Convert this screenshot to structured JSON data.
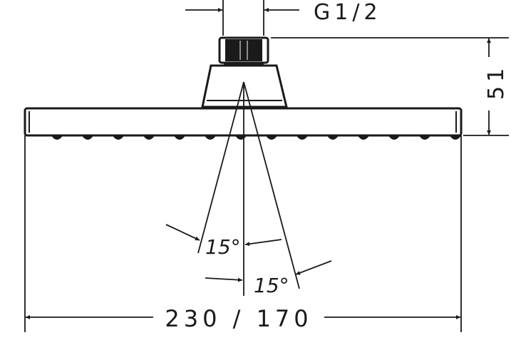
{
  "drawing": {
    "thread_label": "G1/2",
    "height_label": "51",
    "width_label": "230 / 170",
    "angle_label_left": "15°",
    "angle_label_right": "15°",
    "line_color": "#1a1a1a"
  }
}
